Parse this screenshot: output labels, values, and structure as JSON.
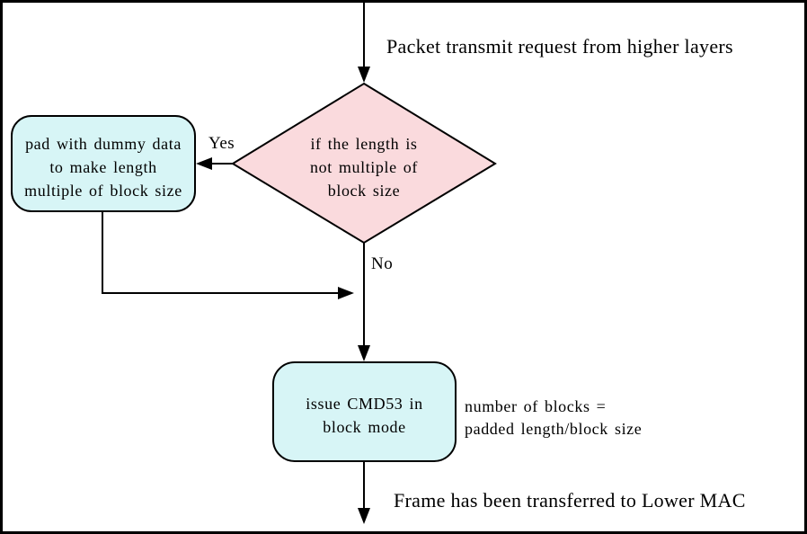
{
  "colors": {
    "decision_fill": "#fadadd",
    "process_fill": "#d7f5f6",
    "line": "#000000"
  },
  "flow_labels": {
    "entry": "Packet transmit request from higher layers",
    "yes": "Yes",
    "no": "No",
    "exit": "Frame has been transferred to Lower MAC"
  },
  "nodes": {
    "decision": {
      "lines": [
        "if the length is",
        "not multiple of",
        "block size"
      ]
    },
    "pad": {
      "lines": [
        "pad with dummy data",
        "to make length",
        "multiple of block size"
      ]
    },
    "cmd53": {
      "lines": [
        "issue CMD53 in",
        "block mode"
      ]
    }
  },
  "annotations": {
    "blocks_formula": [
      "number of blocks =",
      "padded length/block size"
    ]
  }
}
